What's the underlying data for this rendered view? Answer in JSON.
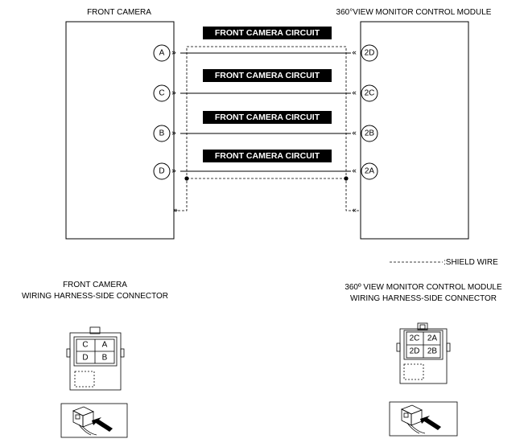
{
  "left_component": {
    "title": "FRONT CAMERA"
  },
  "right_component": {
    "title": "360°VIEW MONITOR CONTROL MODULE"
  },
  "circuits": [
    {
      "label": "FRONT CAMERA CIRCUIT",
      "left_pin": "A",
      "right_pin": "2D"
    },
    {
      "label": "FRONT CAMERA CIRCUIT",
      "left_pin": "C",
      "right_pin": "2C"
    },
    {
      "label": "FRONT CAMERA CIRCUIT",
      "left_pin": "B",
      "right_pin": "2B"
    },
    {
      "label": "FRONT CAMERA CIRCUIT",
      "left_pin": "D",
      "right_pin": "2A"
    }
  ],
  "legend": {
    "shield_wire": ":SHIELD WIRE"
  },
  "connectors": {
    "left": {
      "title_line1": "FRONT CAMERA",
      "title_line2": "WIRING HARNESS-SIDE CONNECTOR",
      "cells": [
        "C",
        "A",
        "D",
        "B"
      ]
    },
    "right": {
      "title_line1": "360º VIEW MONITOR CONTROL MODULE",
      "title_line2": "WIRING HARNESS-SIDE CONNECTOR",
      "cells": [
        "2C",
        "2A",
        "2D",
        "2B"
      ]
    }
  },
  "icons": {
    "connector_view": "connector-view-arrow-icon",
    "chevron": "connector-chevron-icon"
  },
  "colors": {
    "line": "#000000",
    "label_bg": "#000000",
    "label_text": "#ffffff"
  }
}
